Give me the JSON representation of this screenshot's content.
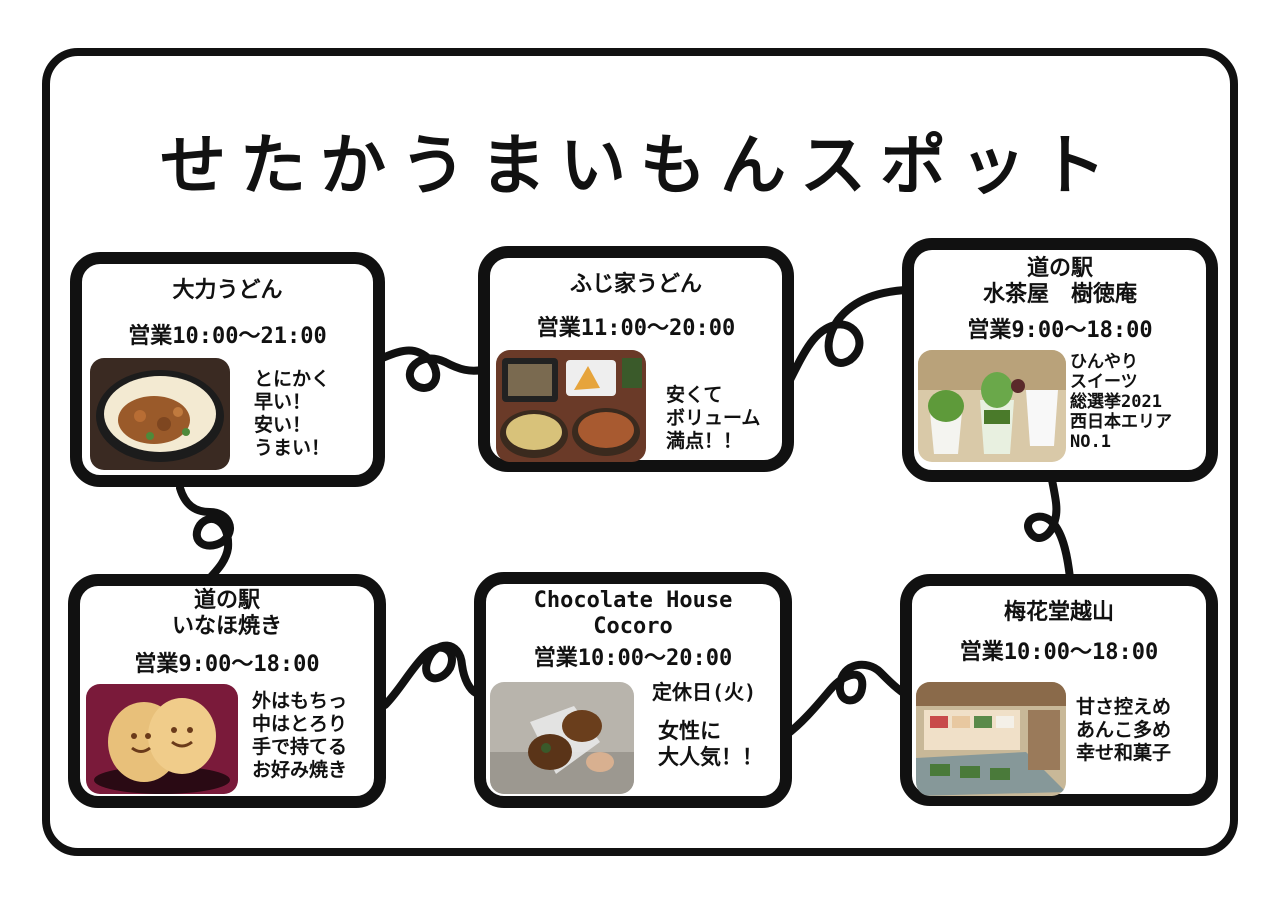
{
  "title": "せたかうまいもんスポット",
  "spots": [
    {
      "name": "大力うどん",
      "hours": "営業10:00～21:00",
      "description": "とにかく\n早い！\n安い！\nうまい！"
    },
    {
      "name": "ふじ家うどん",
      "hours": "営業11:00～20:00",
      "description": "安くて\nボリューム\n満点！！"
    },
    {
      "name": "道の駅\n水茶屋　樹徳庵",
      "hours": "営業9:00～18:00",
      "description": "ひんやり\nスイーツ\n総選挙2021\n西日本エリア\nNO.1"
    },
    {
      "name": "道の駅\nいなほ焼き",
      "hours": "営業9:00～18:00",
      "description": "外はもちっ\n中はとろり\n手で持てる\nお好み焼き"
    },
    {
      "name": "Chocolate House\nCocoro",
      "hours": "営業10:00～20:00",
      "closed": "定休日(火)",
      "description": "女性に\n大人気！！"
    },
    {
      "name": "梅花堂越山",
      "hours": "営業10:00～18:00",
      "description": "甘さ控えめ\nあんこ多め\n幸せ和菓子"
    }
  ]
}
